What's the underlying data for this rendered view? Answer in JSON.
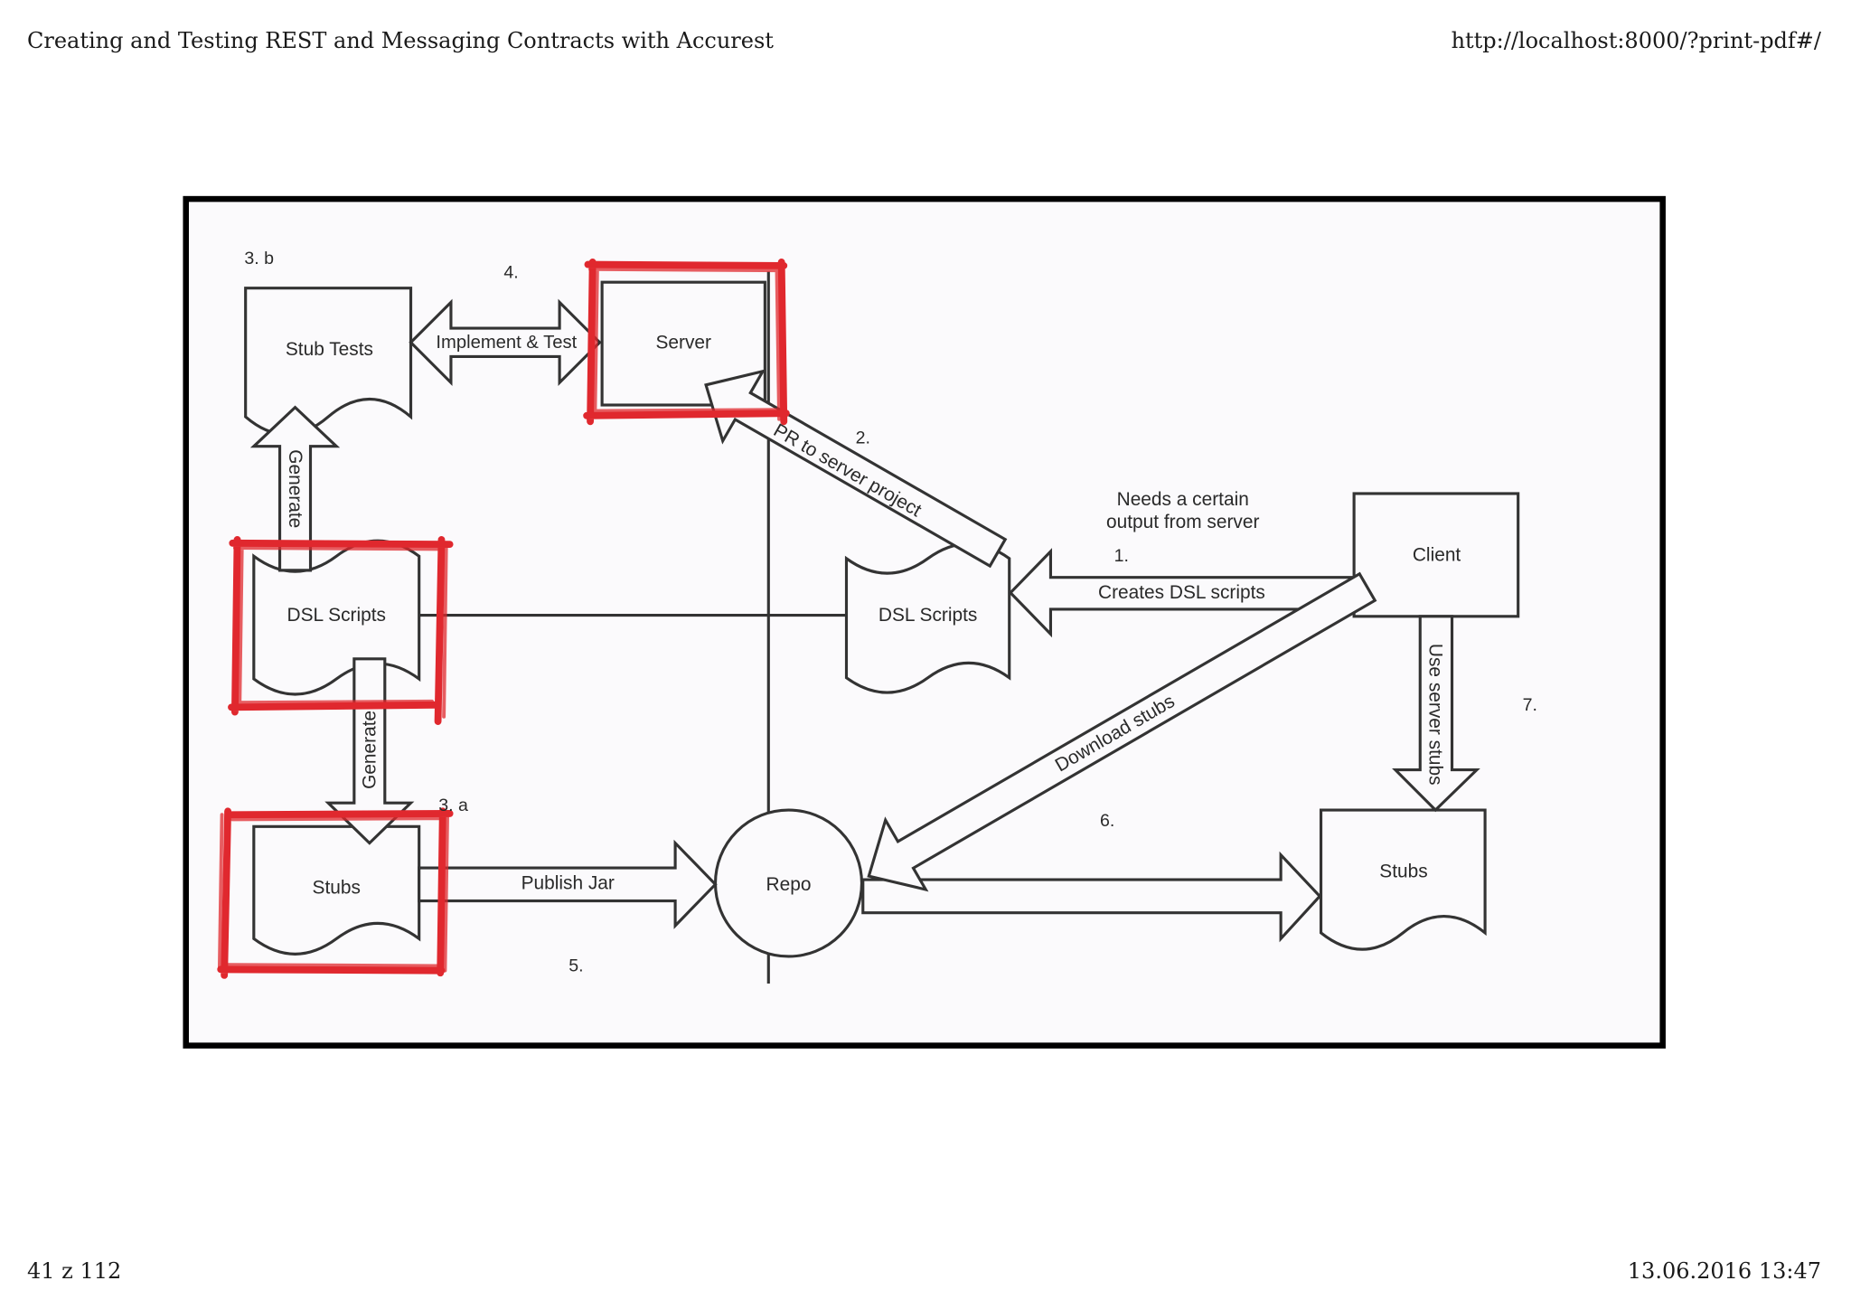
{
  "header": {
    "title": "Creating and Testing REST and Messaging Contracts with Accurest",
    "url": "http://localhost:8000/?print-pdf#/"
  },
  "footer": {
    "page_counter": "41 z 112",
    "printed_at": "13.06.2016 13:47"
  },
  "diagram": {
    "nodes": {
      "stub_tests": "Stub Tests",
      "server": "Server",
      "dsl_scripts_server": "DSL Scripts",
      "stubs_server": "Stubs",
      "repo": "Repo",
      "dsl_scripts_client": "DSL Scripts",
      "client": "Client",
      "stubs_client": "Stubs"
    },
    "arrows": {
      "implement_and_test": "Implement & Test",
      "generate_tests": "Generate",
      "generate_stubs": "Generate",
      "publish_jar": "Publish Jar",
      "pr_to_server": "PR to server project",
      "creates_dsl_scripts": "Creates DSL scripts",
      "download_stubs": "Download stubs",
      "use_server_stubs": "Use server stubs"
    },
    "note": [
      "Needs a certain",
      "output from server"
    ],
    "steps": {
      "step_1": "1.",
      "step_2": "2.",
      "step_3a": "3. a",
      "step_3b": "3. b",
      "step_4": "4.",
      "step_5": "5.",
      "step_6": "6.",
      "step_7": "7."
    },
    "colors": {
      "highlight": "#e0282e"
    }
  }
}
